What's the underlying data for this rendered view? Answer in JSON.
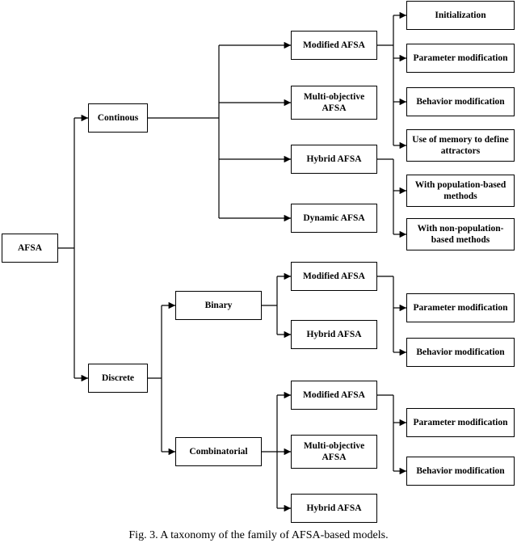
{
  "colors": {
    "line": "#000000",
    "box_border": "#000000",
    "background": "#ffffff"
  },
  "diagram": {
    "root": "AFSA",
    "continuous": "Continous",
    "discrete": "Discrete",
    "binary": "Binary",
    "combinatorial": "Combinatorial",
    "continuous_children": {
      "modified": "Modified AFSA",
      "multi_objective": "Multi-objective AFSA",
      "hybrid": "Hybrid AFSA",
      "dynamic": "Dynamic AFSA"
    },
    "continuous_modified_children": {
      "initialization": "Initialization",
      "parameter": "Parameter modification",
      "behavior": "Behavior modification",
      "memory": "Use of memory to define attractors"
    },
    "continuous_hybrid_children": {
      "population": "With population-based methods",
      "non_population": "With non-population-based methods"
    },
    "binary_children": {
      "modified": "Modified AFSA",
      "hybrid": "Hybrid AFSA"
    },
    "binary_modified_children": {
      "parameter": "Parameter modification",
      "behavior": "Behavior modification"
    },
    "combinatorial_children": {
      "modified": "Modified AFSA",
      "multi_objective": "Multi-objective AFSA",
      "hybrid": "Hybrid AFSA"
    },
    "combinatorial_modified_children": {
      "parameter": "Parameter modification",
      "behavior": "Behavior modification"
    },
    "caption": "Fig. 3. A taxonomy of the family of AFSA-based models."
  }
}
